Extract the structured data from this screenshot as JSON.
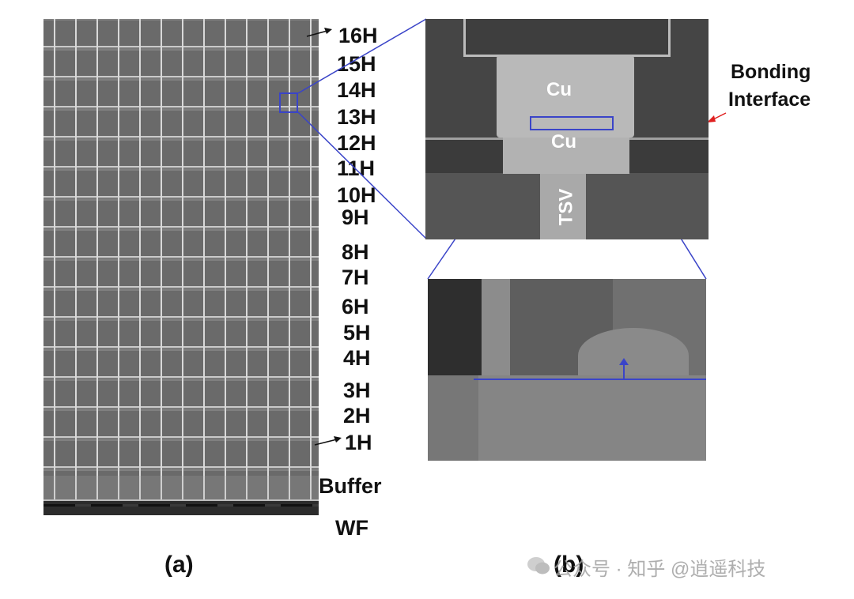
{
  "panel_a": {
    "tag": "(a)",
    "layers": [
      "16H",
      "15H",
      "14H",
      "13H",
      "12H",
      "11H",
      "10H",
      "9H",
      "8H",
      "7H",
      "6H",
      "5H",
      "4H",
      "3H",
      "2H",
      "1H"
    ],
    "buffer_label": "Buffer",
    "wafer_label": "WF"
  },
  "panel_b": {
    "tag": "(b)",
    "cu_top_label": "Cu",
    "cu_bottom_label": "Cu",
    "tsv_label": "TSV",
    "bonding_interface_label_line1": "Bonding",
    "bonding_interface_label_line2": "Interface"
  },
  "watermark": "公众号 · 知乎 @逍遥科技",
  "colors": {
    "highlight_blue": "#3a44c8",
    "pointer_red": "#e02020",
    "label_black": "#111111"
  },
  "icons": {
    "watermark_icon": "wechat-icon"
  }
}
